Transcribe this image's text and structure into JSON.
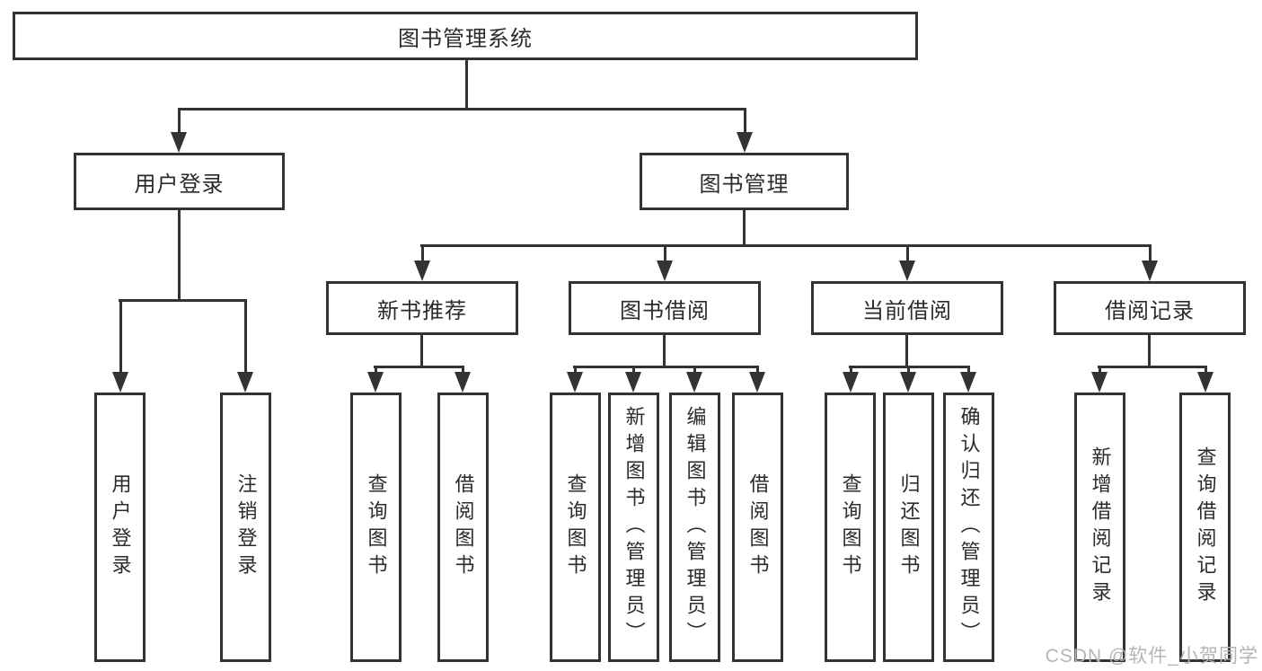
{
  "diagram": {
    "root": {
      "label": "图书管理系统"
    },
    "level2": [
      {
        "id": "user-login",
        "label": "用户登录"
      },
      {
        "id": "book-management",
        "label": "图书管理"
      }
    ],
    "level3": [
      {
        "id": "new-book-recommend",
        "label": "新书推荐",
        "parent": "图书管理"
      },
      {
        "id": "book-borrowing",
        "label": "图书借阅",
        "parent": "图书管理"
      },
      {
        "id": "current-borrowing",
        "label": "当前借阅",
        "parent": "图书管理"
      },
      {
        "id": "borrowing-records",
        "label": "借阅记录",
        "parent": "图书管理"
      }
    ],
    "leaves": [
      {
        "id": "user-login-leaf",
        "label": "用户登录",
        "parent": "用户登录"
      },
      {
        "id": "logout",
        "label": "注销登录",
        "parent": "用户登录"
      },
      {
        "id": "nbr-query-books",
        "label": "查询图书",
        "parent": "新书推荐"
      },
      {
        "id": "nbr-borrow-books",
        "label": "借阅图书",
        "parent": "新书推荐"
      },
      {
        "id": "bb-query-books",
        "label": "查询图书",
        "parent": "图书借阅"
      },
      {
        "id": "bb-add-books",
        "label": "新增图书（管理员）",
        "parent": "图书借阅"
      },
      {
        "id": "bb-edit-books",
        "label": "编辑图书（管理员）",
        "parent": "图书借阅"
      },
      {
        "id": "bb-borrow-books",
        "label": "借阅图书",
        "parent": "图书借阅"
      },
      {
        "id": "cb-query-books",
        "label": "查询图书",
        "parent": "当前借阅"
      },
      {
        "id": "cb-return-books",
        "label": "归还图书",
        "parent": "当前借阅"
      },
      {
        "id": "cb-confirm-return",
        "label": "确认归还（管理员）",
        "parent": "当前借阅"
      },
      {
        "id": "br-add-record",
        "label": "新增借阅记录",
        "parent": "借阅记录"
      },
      {
        "id": "br-query-record",
        "label": "查询借阅记录",
        "parent": "借阅记录"
      }
    ]
  },
  "watermark": {
    "text": "CSDN @软件_小贺同学"
  },
  "colors": {
    "line": "#333333",
    "text": "#2b2b2b",
    "watermark": "#b5b5b5",
    "background": "#ffffff"
  }
}
